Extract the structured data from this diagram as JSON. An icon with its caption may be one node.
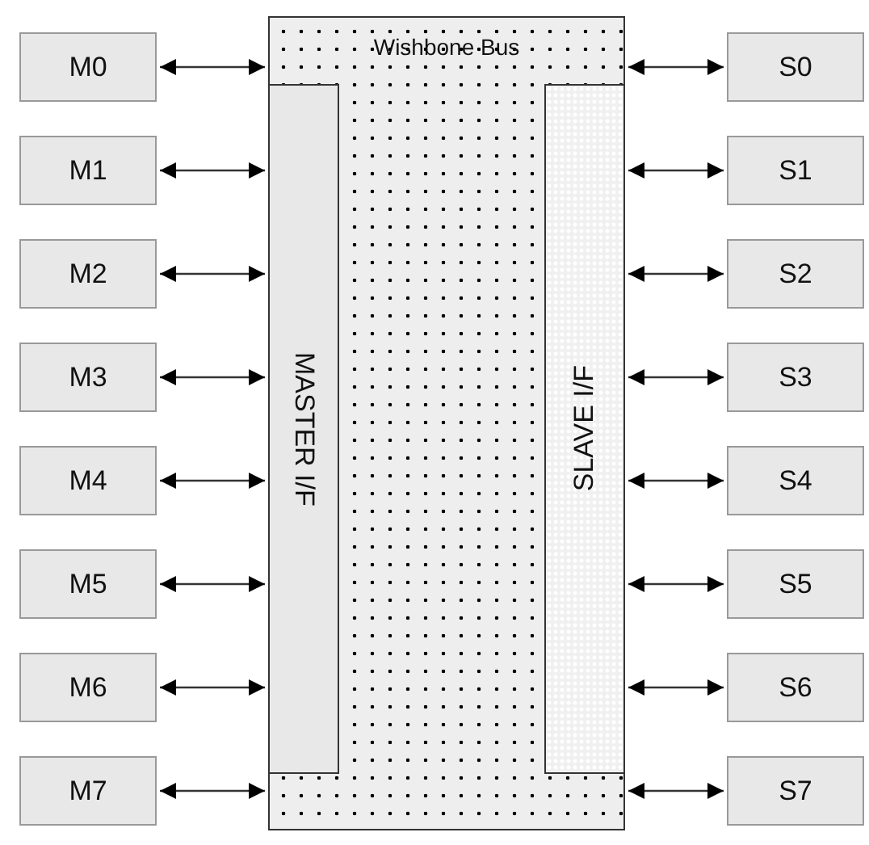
{
  "diagram": {
    "nodes": [
      {
        "text": [
          "Wishbone Bus"
        ]
      },
      {
        "text": [
          "MASTER I/F"
        ],
        "in": 0
      },
      {
        "text": [
          "SLAVE I/F"
        ],
        "in": 0
      },
      {
        "text": [
          "M0"
        ]
      },
      {
        "text": [
          "M1"
        ]
      },
      {
        "text": [
          "M2"
        ]
      },
      {
        "text": [
          "M3"
        ]
      },
      {
        "text": [
          "M4"
        ]
      },
      {
        "text": [
          "M5"
        ]
      },
      {
        "text": [
          "M6"
        ]
      },
      {
        "text": [
          "M7"
        ]
      },
      {
        "text": [
          "S0"
        ]
      },
      {
        "text": [
          "S1"
        ]
      },
      {
        "text": [
          "S2"
        ]
      },
      {
        "text": [
          "S3"
        ]
      },
      {
        "text": [
          "S4"
        ]
      },
      {
        "text": [
          "S5"
        ]
      },
      {
        "text": [
          "S6"
        ]
      },
      {
        "text": [
          "S7"
        ]
      }
    ],
    "edges": [
      {
        "from": 3,
        "to": 0,
        "arrow": "both"
      },
      {
        "from": 4,
        "to": 1,
        "arrow": "both"
      },
      {
        "from": 5,
        "to": 1,
        "arrow": "both"
      },
      {
        "from": 6,
        "to": 1,
        "arrow": "both"
      },
      {
        "from": 7,
        "to": 1,
        "arrow": "both"
      },
      {
        "from": 8,
        "to": 1,
        "arrow": "both"
      },
      {
        "from": 9,
        "to": 1,
        "arrow": "both"
      },
      {
        "from": 10,
        "to": 0,
        "arrow": "both"
      },
      {
        "from": 0,
        "to": 11,
        "arrow": "both"
      },
      {
        "from": 2,
        "to": 12,
        "arrow": "both"
      },
      {
        "from": 2,
        "to": 13,
        "arrow": "both"
      },
      {
        "from": 2,
        "to": 14,
        "arrow": "both"
      },
      {
        "from": 2,
        "to": 15,
        "arrow": "both"
      },
      {
        "from": 2,
        "to": 16,
        "arrow": "both"
      },
      {
        "from": 2,
        "to": 17,
        "arrow": "both"
      },
      {
        "from": 0,
        "to": 18,
        "arrow": "both"
      }
    ]
  }
}
